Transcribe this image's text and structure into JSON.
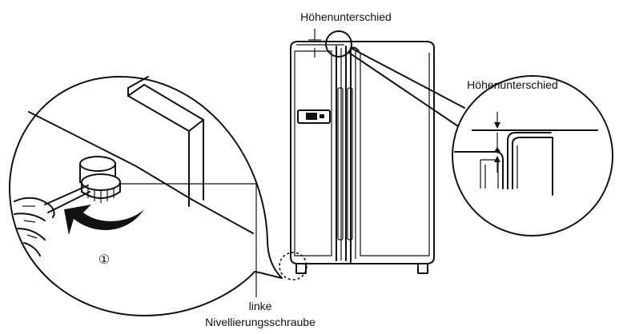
{
  "labels": {
    "height_difference_top": "Höhenunterschied",
    "height_difference_detail": "Höhenunterschied",
    "screw_line1": "linke",
    "screw_line2": "Nivellierungsschraube",
    "step_number": "①"
  },
  "icons": {
    "hand": "hand-icon",
    "rotate_arrow": "rotate-arrow-icon"
  },
  "colors": {
    "ink": "#111111",
    "background": "#ffffff"
  }
}
